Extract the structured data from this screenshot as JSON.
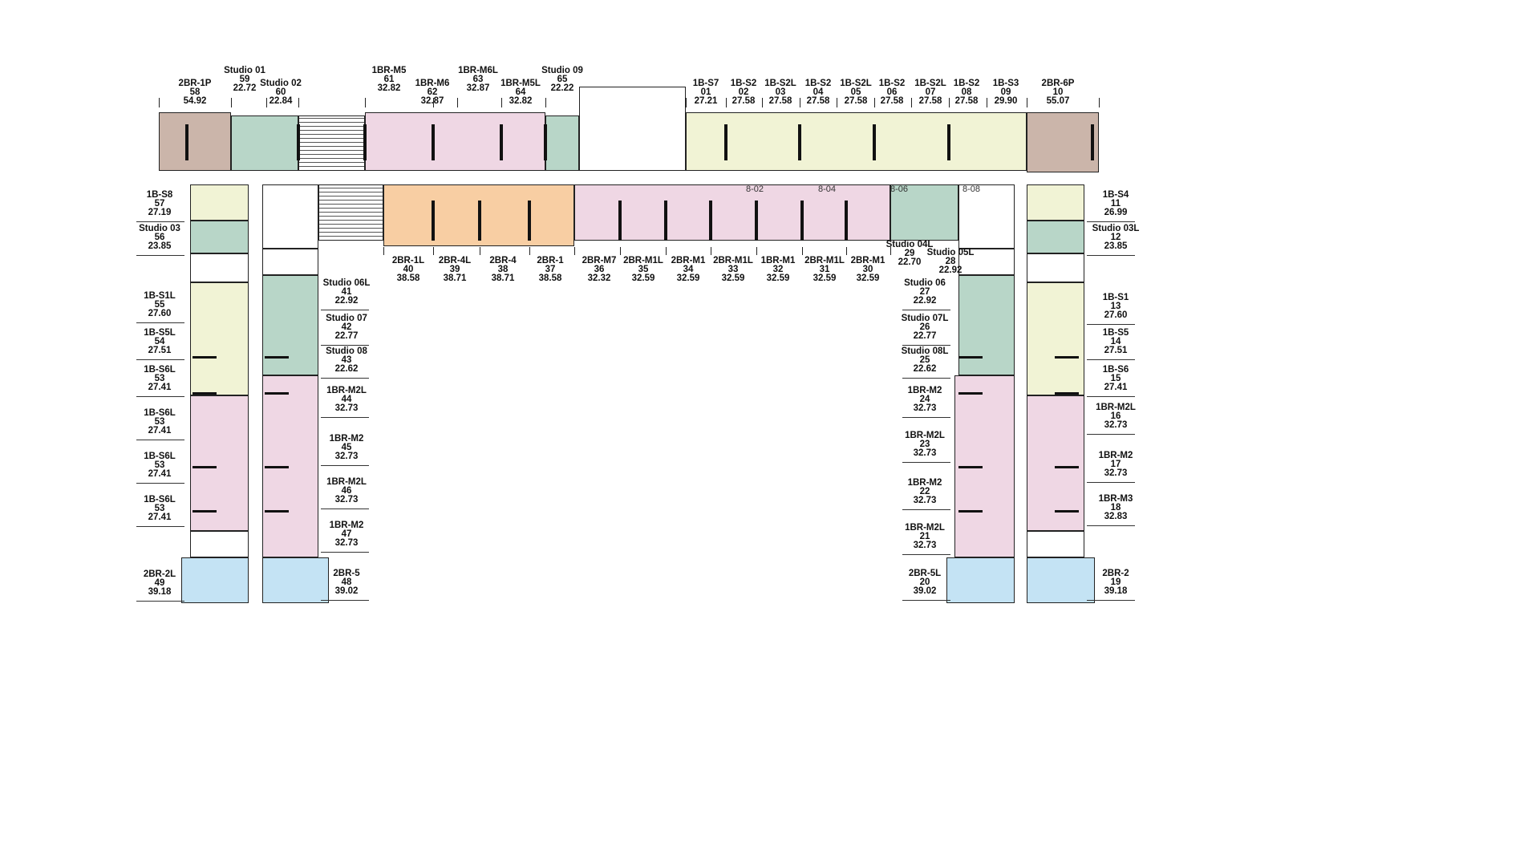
{
  "colors": {
    "2br_p": "#cbb5aa",
    "studio": "#b8d6c8",
    "1br_m": "#efd7e4",
    "1b_s": "#f1f3d5",
    "2br_large": "#f8cea3",
    "2br_corner": "#c4e3f4"
  },
  "plan_marks": [
    "8-02",
    "8-04",
    "8-06",
    "8-08"
  ],
  "units": {
    "top": [
      {
        "type": "2BR-1P",
        "no": "58",
        "area": "54.92"
      },
      {
        "type": "Studio 01",
        "no": "59",
        "area": "22.72"
      },
      {
        "type": "Studio 02",
        "no": "60",
        "area": "22.84"
      },
      {
        "type": "1BR-M5",
        "no": "61",
        "area": "32.82"
      },
      {
        "type": "1BR-M6",
        "no": "62",
        "area": "32.87"
      },
      {
        "type": "1BR-M6L",
        "no": "63",
        "area": "32.87"
      },
      {
        "type": "1BR-M5L",
        "no": "64",
        "area": "32.82"
      },
      {
        "type": "Studio 09",
        "no": "65",
        "area": "22.22"
      },
      {
        "type": "1B-S7",
        "no": "01",
        "area": "27.21"
      },
      {
        "type": "1B-S2",
        "no": "02",
        "area": "27.58"
      },
      {
        "type": "1B-S2L",
        "no": "03",
        "area": "27.58"
      },
      {
        "type": "1B-S2",
        "no": "04",
        "area": "27.58"
      },
      {
        "type": "1B-S2L",
        "no": "05",
        "area": "27.58"
      },
      {
        "type": "1B-S2",
        "no": "06",
        "area": "27.58"
      },
      {
        "type": "1B-S2L",
        "no": "07",
        "area": "27.58"
      },
      {
        "type": "1B-S2",
        "no": "08",
        "area": "27.58"
      },
      {
        "type": "1B-S3",
        "no": "09",
        "area": "29.90"
      },
      {
        "type": "2BR-6P",
        "no": "10",
        "area": "55.07"
      }
    ],
    "middle": [
      {
        "type": "2BR-1L",
        "no": "40",
        "area": "38.58"
      },
      {
        "type": "2BR-4L",
        "no": "39",
        "area": "38.71"
      },
      {
        "type": "2BR-4",
        "no": "38",
        "area": "38.71"
      },
      {
        "type": "2BR-1",
        "no": "37",
        "area": "38.58"
      },
      {
        "type": "2BR-M7",
        "no": "36",
        "area": "32.32"
      },
      {
        "type": "2BR-M1L",
        "no": "35",
        "area": "32.59"
      },
      {
        "type": "2BR-M1",
        "no": "34",
        "area": "32.59"
      },
      {
        "type": "2BR-M1L",
        "no": "33",
        "area": "32.59"
      },
      {
        "type": "1BR-M1",
        "no": "32",
        "area": "32.59"
      },
      {
        "type": "2BR-M1L",
        "no": "31",
        "area": "32.59"
      },
      {
        "type": "2BR-M1",
        "no": "30",
        "area": "32.59"
      },
      {
        "type": "Studio 04L",
        "no": "29",
        "area": "22.70"
      },
      {
        "type": "Studio 05L",
        "no": "28",
        "area": "22.92"
      }
    ],
    "left_outer": [
      {
        "type": "1B-S8",
        "no": "57",
        "area": "27.19"
      },
      {
        "type": "Studio 03",
        "no": "56",
        "area": "23.85"
      },
      {
        "type": "1B-S1L",
        "no": "55",
        "area": "27.60"
      },
      {
        "type": "1B-S5L",
        "no": "54",
        "area": "27.51"
      },
      {
        "type": "1B-S6L",
        "no": "53",
        "area": "27.41"
      },
      {
        "type": "1B-S6L",
        "no": "53",
        "area": "27.41"
      },
      {
        "type": "1B-S6L",
        "no": "53",
        "area": "27.41"
      },
      {
        "type": "1B-S6L",
        "no": "53",
        "area": "27.41"
      },
      {
        "type": "2BR-2L",
        "no": "49",
        "area": "39.18"
      }
    ],
    "left_inner": [
      {
        "type": "Studio 06L",
        "no": "41",
        "area": "22.92"
      },
      {
        "type": "Studio 07",
        "no": "42",
        "area": "22.77"
      },
      {
        "type": "Studio 08",
        "no": "43",
        "area": "22.62"
      },
      {
        "type": "1BR-M2L",
        "no": "44",
        "area": "32.73"
      },
      {
        "type": "1BR-M2",
        "no": "45",
        "area": "32.73"
      },
      {
        "type": "1BR-M2L",
        "no": "46",
        "area": "32.73"
      },
      {
        "type": "1BR-M2",
        "no": "47",
        "area": "32.73"
      },
      {
        "type": "2BR-5",
        "no": "48",
        "area": "39.02"
      }
    ],
    "right_inner": [
      {
        "type": "Studio 06",
        "no": "27",
        "area": "22.92"
      },
      {
        "type": "Studio 07L",
        "no": "26",
        "area": "22.77"
      },
      {
        "type": "Studio 08L",
        "no": "25",
        "area": "22.62"
      },
      {
        "type": "1BR-M2",
        "no": "24",
        "area": "32.73"
      },
      {
        "type": "1BR-M2L",
        "no": "23",
        "area": "32.73"
      },
      {
        "type": "1BR-M2",
        "no": "22",
        "area": "32.73"
      },
      {
        "type": "1BR-M2L",
        "no": "21",
        "area": "32.73"
      },
      {
        "type": "2BR-5L",
        "no": "20",
        "area": "39.02"
      }
    ],
    "right_outer": [
      {
        "type": "1B-S4",
        "no": "11",
        "area": "26.99"
      },
      {
        "type": "Studio 03L",
        "no": "12",
        "area": "23.85"
      },
      {
        "type": "1B-S1",
        "no": "13",
        "area": "27.60"
      },
      {
        "type": "1B-S5",
        "no": "14",
        "area": "27.51"
      },
      {
        "type": "1B-S6",
        "no": "15",
        "area": "27.41"
      },
      {
        "type": "1BR-M2L",
        "no": "16",
        "area": "32.73"
      },
      {
        "type": "1BR-M2",
        "no": "17",
        "area": "32.73"
      },
      {
        "type": "1BR-M3",
        "no": "18",
        "area": "32.83"
      },
      {
        "type": "2BR-2",
        "no": "19",
        "area": "39.18"
      }
    ]
  }
}
